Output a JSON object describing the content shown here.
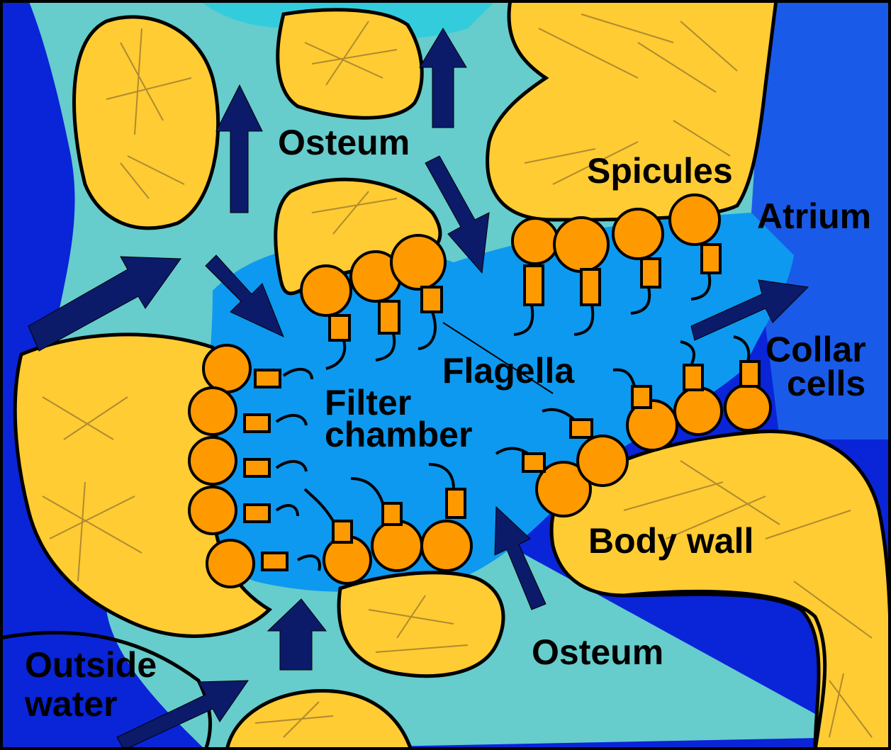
{
  "labels": {
    "osteum_top": "Osteum",
    "spicules": "Spicules",
    "atrium": "Atrium",
    "flagella": "Flagella",
    "collar_line1": "Collar",
    "collar_line2": "cells",
    "filter_line1": "Filter",
    "filter_line2": "chamber",
    "body_wall": "Body wall",
    "outside_line1": "Outside",
    "outside_line2": "water",
    "osteum_bottom": "Osteum"
  },
  "colors": {
    "outside_water": "#0a24d8",
    "channel": "#66cccc",
    "chamber": "#0d99f0",
    "body_wall": "#ffcc33",
    "spicule_lines": "#b08a30",
    "collar_cell": "#ff9900",
    "arrow": "#0c1a6a",
    "outline": "#000000"
  }
}
